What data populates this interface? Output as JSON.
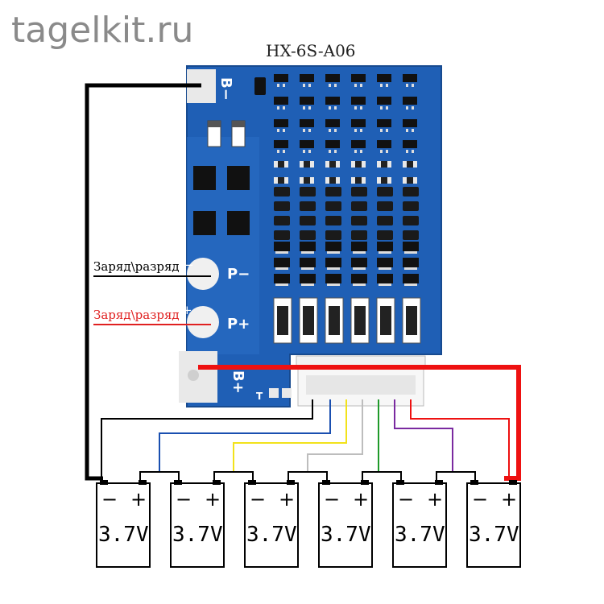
{
  "site": "tagelkit.ru",
  "model": "HX-6S-A06",
  "pads": {
    "b_minus": "B−",
    "p_minus": "P−",
    "p_plus": "P+",
    "b_plus": "B+",
    "t": "T"
  },
  "labels": {
    "discharge_minus": "Заряд\\разряд",
    "discharge_minus_sign": "−",
    "discharge_plus": "Заряд\\разряд",
    "discharge_plus_sign": "+"
  },
  "cells": [
    {
      "minus": "−",
      "plus": "+",
      "voltage": "3.7V"
    },
    {
      "minus": "−",
      "plus": "+",
      "voltage": "3.7V"
    },
    {
      "minus": "−",
      "plus": "+",
      "voltage": "3.7V"
    },
    {
      "minus": "−",
      "plus": "+",
      "voltage": "3.7V"
    },
    {
      "minus": "−",
      "plus": "+",
      "voltage": "3.7V"
    },
    {
      "minus": "−",
      "plus": "+",
      "voltage": "3.7V"
    }
  ],
  "colors": {
    "pcb": "#1f5fb5",
    "pcb_dark": "#174a8f",
    "pad": "#e9e9e9",
    "wire_black": "#000000",
    "wire_red": "#ee1111",
    "wire_blue": "#1a4fb0",
    "wire_yellow": "#f2e21a",
    "wire_gray": "#bdbdbd",
    "wire_green": "#1f9a2a",
    "wire_purple": "#7a2aa0",
    "label_red": "#e02020"
  }
}
